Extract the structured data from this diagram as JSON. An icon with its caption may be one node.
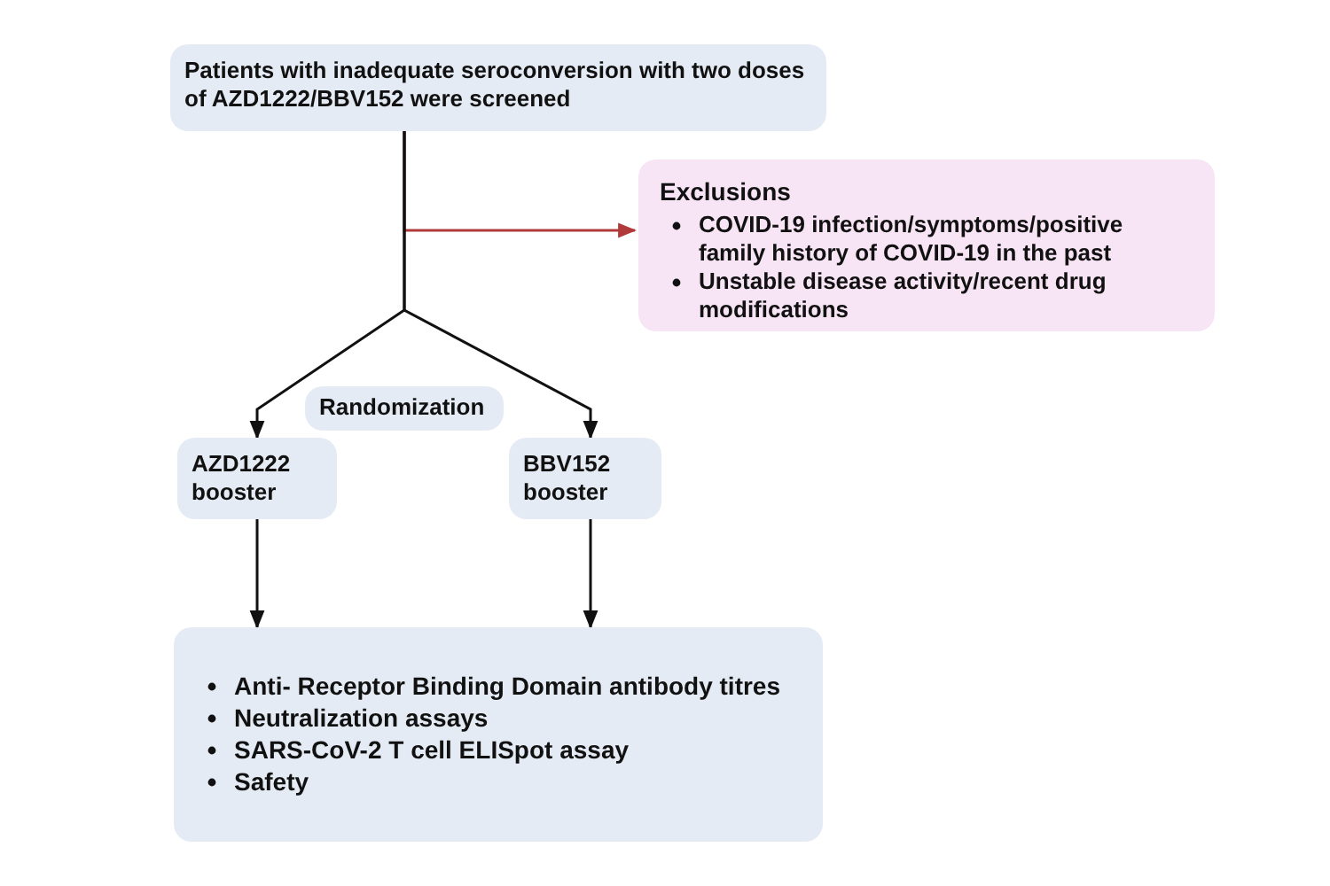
{
  "diagram": {
    "nodes": [
      {
        "text": [
          "Patients with inadequate seroconversion with two doses of AZD1222/BBV152 were screened"
        ]
      },
      {
        "text": [
          "Exclusions",
          "COVID-19 infection/symptoms/positive family history of COVID-19 in the past",
          "Unstable disease activity/recent drug modifications"
        ]
      },
      {
        "text": [
          "Randomization"
        ]
      },
      {
        "text": [
          "AZD1222 booster"
        ]
      },
      {
        "text": [
          "BBV152 booster"
        ]
      },
      {
        "text": [
          "Anti- Receptor Binding Domain antibody titres",
          "Neutralization assays",
          "SARS-CoV-2 T cell ELISpot assay",
          "Safety"
        ]
      }
    ],
    "edges": [
      {
        "from": 0,
        "to": 1,
        "arrow": "to",
        "color": "#b03a3a"
      },
      {
        "from": 0,
        "to": 3,
        "arrow": "to"
      },
      {
        "from": 0,
        "to": 4,
        "arrow": "to"
      },
      {
        "from": 3,
        "to": 5,
        "arrow": "to"
      },
      {
        "from": 4,
        "to": 5,
        "arrow": "to"
      }
    ]
  }
}
